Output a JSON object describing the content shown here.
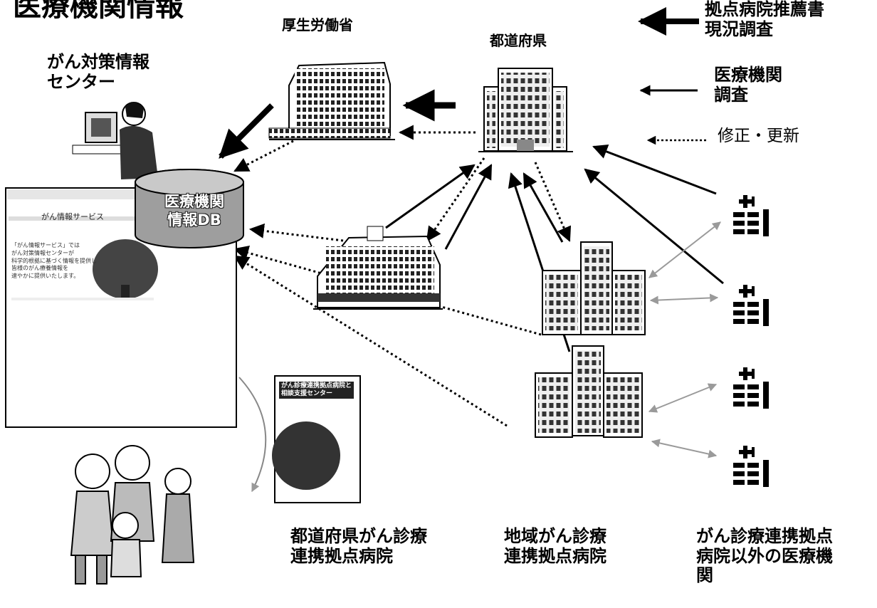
{
  "title": "医療機関情報",
  "labels": {
    "mhlw": "厚生労働省",
    "prefecture": "都道府県",
    "center_line1": "がん対策情報",
    "center_line2": "センター",
    "database_line1": "医療機関",
    "database_line2": "情報DB"
  },
  "legend": {
    "thick": {
      "line1": "拠点病院推薦書",
      "line2": "現況調査"
    },
    "medium": {
      "line1": "医療機関",
      "line2": "調査"
    },
    "dotted": {
      "label": "修正・更新"
    }
  },
  "bottom_labels": {
    "prefectural_hospital": {
      "line1": "都道府県がん診療",
      "line2": "連携拠点病院"
    },
    "regional_hospital": {
      "line1": "地域がん診療",
      "line2": "連携拠点病院"
    },
    "other_institutions": {
      "line1": "がん診療連携拠点",
      "line2": "病院以外の医療機",
      "line3": "関"
    }
  },
  "web_page": {
    "site_title": "がん情報サービス",
    "intro_text": "「がん情報サービス」では\nがん対策情報センターが\n科学的根拠に基づく情報を提供し\n皆様のがん療養情報を\n速やかに提供いたします。"
  },
  "leaflet": {
    "title": "がん診療連携拠点病院と\n相談支援センター"
  },
  "colors": {
    "ink": "#000000",
    "dotted_arrow": "#000000",
    "light_arrow": "#9a9a9a",
    "background": "#ffffff"
  }
}
